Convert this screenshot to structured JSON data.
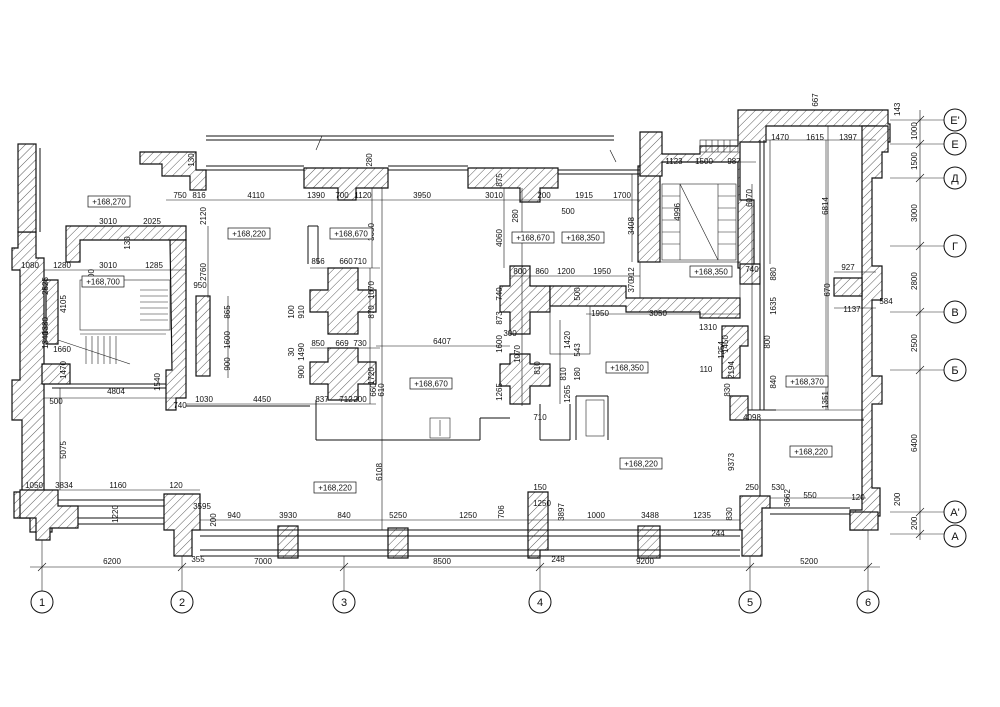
{
  "axes": {
    "columns": [
      "1",
      "2",
      "3",
      "4",
      "5",
      "6"
    ],
    "rows": [
      "Е'",
      "Е",
      "Д",
      "Г",
      "В",
      "Б",
      "А'",
      "А"
    ]
  },
  "bottom_dims": [
    "6200",
    "7000",
    "8500",
    "9200",
    "5200"
  ],
  "right_dims": [
    "143",
    "1000",
    "1500",
    "3000",
    "2800",
    "2500",
    "6400",
    "200",
    "200"
  ],
  "levels": [
    "+168,270",
    "+168,700",
    "+168,220",
    "+168,670",
    "+168,670",
    "+168,350",
    "+168,350",
    "+168,670",
    "+168,350",
    "+168,370",
    "+168,220",
    "+168,220",
    "+168,220"
  ],
  "dims": [
    "3010",
    "2025",
    "130",
    "1080",
    "1280",
    "3010",
    "1285",
    "2525",
    "2000",
    "4105",
    "950",
    "865",
    "1600",
    "900",
    "1660",
    "1380",
    "1340",
    "1470",
    "4804",
    "1540",
    "500",
    "740",
    "1030",
    "5075",
    "4450",
    "750",
    "816",
    "2120",
    "4110",
    "130",
    "2760",
    "1390",
    "700",
    "1120",
    "3950",
    "280",
    "3650",
    "856",
    "660",
    "710",
    "1070",
    "100",
    "910",
    "870",
    "30",
    "1490",
    "850",
    "669",
    "730",
    "1720",
    "900",
    "660",
    "610",
    "837",
    "712",
    "200",
    "6108",
    "6407",
    "3010",
    "875",
    "200",
    "1915",
    "1700",
    "500",
    "280",
    "4060",
    "3408",
    "800",
    "860",
    "1200",
    "1950",
    "740",
    "912",
    "370",
    "873",
    "500",
    "1950",
    "3050",
    "1600",
    "1070",
    "300",
    "1420",
    "543",
    "810",
    "810",
    "180",
    "1265",
    "1265",
    "710",
    "1123",
    "1500",
    "987",
    "667",
    "1470",
    "1615",
    "1397",
    "4996",
    "6070",
    "6814",
    "740",
    "880",
    "927",
    "670",
    "584",
    "1137",
    "1635",
    "1310",
    "1450",
    "800",
    "110",
    "1254",
    "830",
    "2194",
    "840",
    "4098",
    "9373",
    "1351",
    "1050",
    "3834",
    "1160",
    "120",
    "1220",
    "200",
    "3595",
    "940",
    "3930",
    "840",
    "5250",
    "1250",
    "706",
    "150",
    "1250",
    "3897",
    "1000",
    "3488",
    "1235",
    "830",
    "250",
    "530",
    "3662",
    "550",
    "120",
    "244",
    "355",
    "248"
  ]
}
